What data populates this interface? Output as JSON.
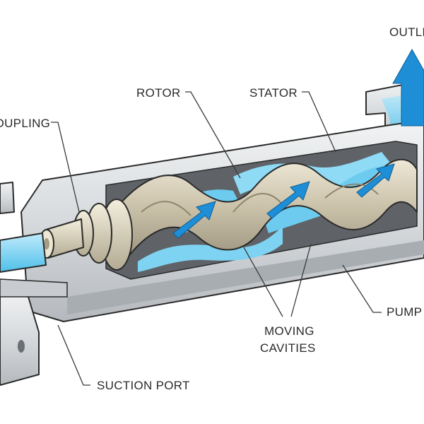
{
  "diagram": {
    "labels": {
      "outlet": "OUTLET",
      "rotor": "ROTOR",
      "stator": "STATOR",
      "coupling": "COUPLING",
      "pump_casing": "PUMP CASING",
      "moving_cavities_line1": "MOVING",
      "moving_cavities_line2": "CAVITIES",
      "suction_port": "SUCTION PORT"
    },
    "colors": {
      "fluid": "#5cc8ee",
      "fluid_light": "#a9e3f6",
      "arrow": "#1e8fd6",
      "casing": "#dcdfe2",
      "stator": "#5f6368",
      "rotor": "#cbc3ae",
      "outline": "#2a2a2a"
    }
  }
}
